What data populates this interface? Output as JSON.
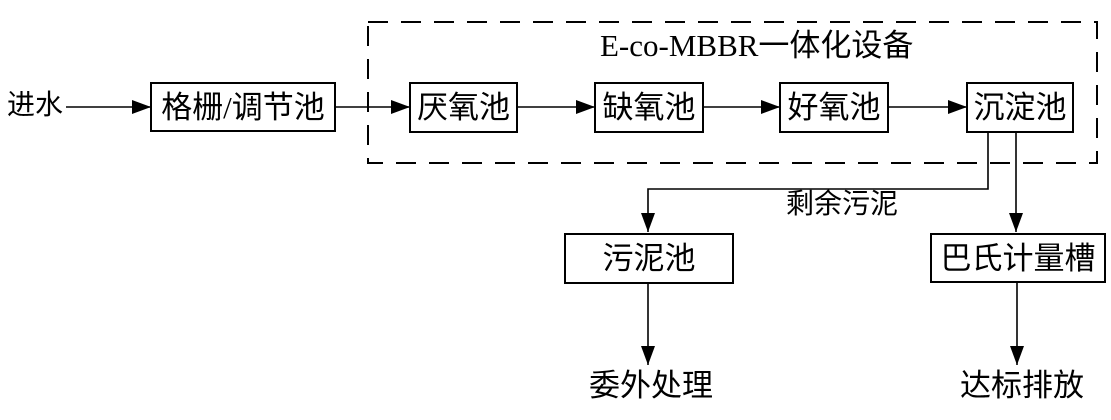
{
  "diagram": {
    "title": "E-co-MBBR一体化设备",
    "nodes": {
      "inlet": "进水",
      "screen": "格栅/调节池",
      "anaerobic": "厌氧池",
      "anoxic": "缺氧池",
      "aerobic": "好氧池",
      "sedimentation": "沉淀池",
      "sludge": "污泥池",
      "parshall": "巴氏计量槽"
    },
    "labels": {
      "surplus_sludge": "剩余污泥",
      "outsourced_treatment": "委外处理",
      "standard_discharge": "达标排放"
    },
    "colors": {
      "line": "#000000",
      "background": "#ffffff"
    }
  }
}
